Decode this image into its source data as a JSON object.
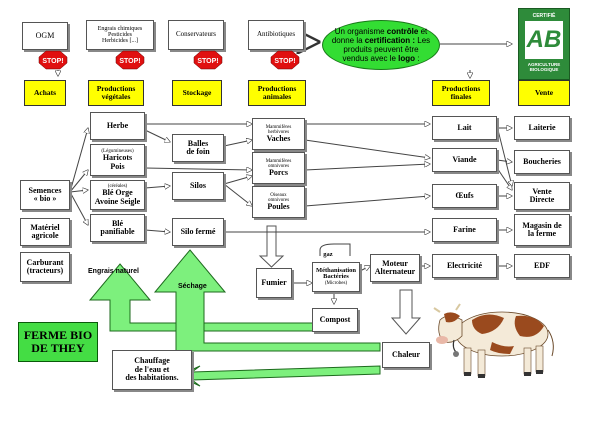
{
  "diagram": {
    "farm_title": "FERME BIO\nDE THEY",
    "oval_text": [
      "Un organisme ",
      "contrôle",
      " et donne la ",
      "certification :",
      " Les produits peuvent être vendus avec le ",
      "logo",
      " :"
    ],
    "logo": {
      "top": "CERTIFIÉ",
      "ab": "AB",
      "bottom": "AGRICULTURE\nBIOLOGIQUE"
    },
    "stop_text": "STOP!",
    "top_boxes": [
      {
        "id": "ogm",
        "label": "OGM"
      },
      {
        "id": "engrais",
        "label": "Engrais chimiques\nPesticides\nHerbicides [...]"
      },
      {
        "id": "conservateurs",
        "label": "Conservateurs"
      },
      {
        "id": "antibiotiques",
        "label": "Antibiotiques"
      }
    ],
    "categories": [
      {
        "id": "achats",
        "label": "Achats"
      },
      {
        "id": "vegetales",
        "label": "Productions\nvégétales"
      },
      {
        "id": "stockage",
        "label": "Stockage"
      },
      {
        "id": "animales",
        "label": "Productions\nanimales"
      },
      {
        "id": "finales",
        "label": "Productions\nfinales"
      },
      {
        "id": "vente",
        "label": "Vente"
      }
    ],
    "achats": [
      {
        "id": "semences",
        "label": "Semences\n« bio »"
      },
      {
        "id": "materiel",
        "label": "Matériel\nagricole"
      },
      {
        "id": "carburant",
        "label": "Carburant\n(tracteurs)"
      }
    ],
    "vegetales": [
      {
        "id": "herbe",
        "label": "Herbe",
        "sub": ""
      },
      {
        "id": "haricots",
        "label": "Haricots\nPois",
        "sub": "(Légumineuses)"
      },
      {
        "id": "ble-orge",
        "label": "Blé Orge\nAvoine Seigle",
        "sub": "(céréales)"
      },
      {
        "id": "ble-panifiable",
        "label": "Blé\npanifiable",
        "sub": ""
      }
    ],
    "stockage": [
      {
        "id": "balles",
        "label": "Balles\nde foin"
      },
      {
        "id": "silos",
        "label": "Silos"
      },
      {
        "id": "silo-ferme",
        "label": "Silo fermé"
      }
    ],
    "animales": [
      {
        "id": "vaches",
        "label": "Vaches",
        "sub": "Mammifères\nherbivores"
      },
      {
        "id": "porcs",
        "label": "Porcs",
        "sub": "Mammifères\nomnivores"
      },
      {
        "id": "poules",
        "label": "Poules",
        "sub": "Oiseaux\nomnivores"
      }
    ],
    "finales": [
      {
        "id": "lait",
        "label": "Lait"
      },
      {
        "id": "viande",
        "label": "Viande"
      },
      {
        "id": "oeufs",
        "label": "Œufs"
      },
      {
        "id": "farine",
        "label": "Farine"
      },
      {
        "id": "electricite",
        "label": "Electricité"
      }
    ],
    "vente": [
      {
        "id": "laiterie",
        "label": "Laiterie"
      },
      {
        "id": "boucheries",
        "label": "Boucheries"
      },
      {
        "id": "vente-directe",
        "label": "Vente\nDirecte"
      },
      {
        "id": "magasin",
        "label": "Magasin de\nla ferme"
      },
      {
        "id": "edf",
        "label": "EDF"
      }
    ],
    "energy": [
      {
        "id": "fumier",
        "label": "Fumier",
        "sub": ""
      },
      {
        "id": "methanisation",
        "label": "Méthanisation\nBactéries",
        "sub": "(Microbes)"
      },
      {
        "id": "gaz",
        "label": "gaz",
        "sub": ""
      },
      {
        "id": "moteur",
        "label": "Moteur\nAlternateur",
        "sub": ""
      },
      {
        "id": "compost",
        "label": "Compost",
        "sub": ""
      },
      {
        "id": "chaleur",
        "label": "Chaleur",
        "sub": ""
      },
      {
        "id": "chauffage",
        "label": "Chauffage\nde l'eau et\ndes habitations.",
        "sub": ""
      }
    ],
    "green_labels": {
      "engrais_naturel": "Engrais naturel",
      "sechage": "Séchage"
    }
  }
}
